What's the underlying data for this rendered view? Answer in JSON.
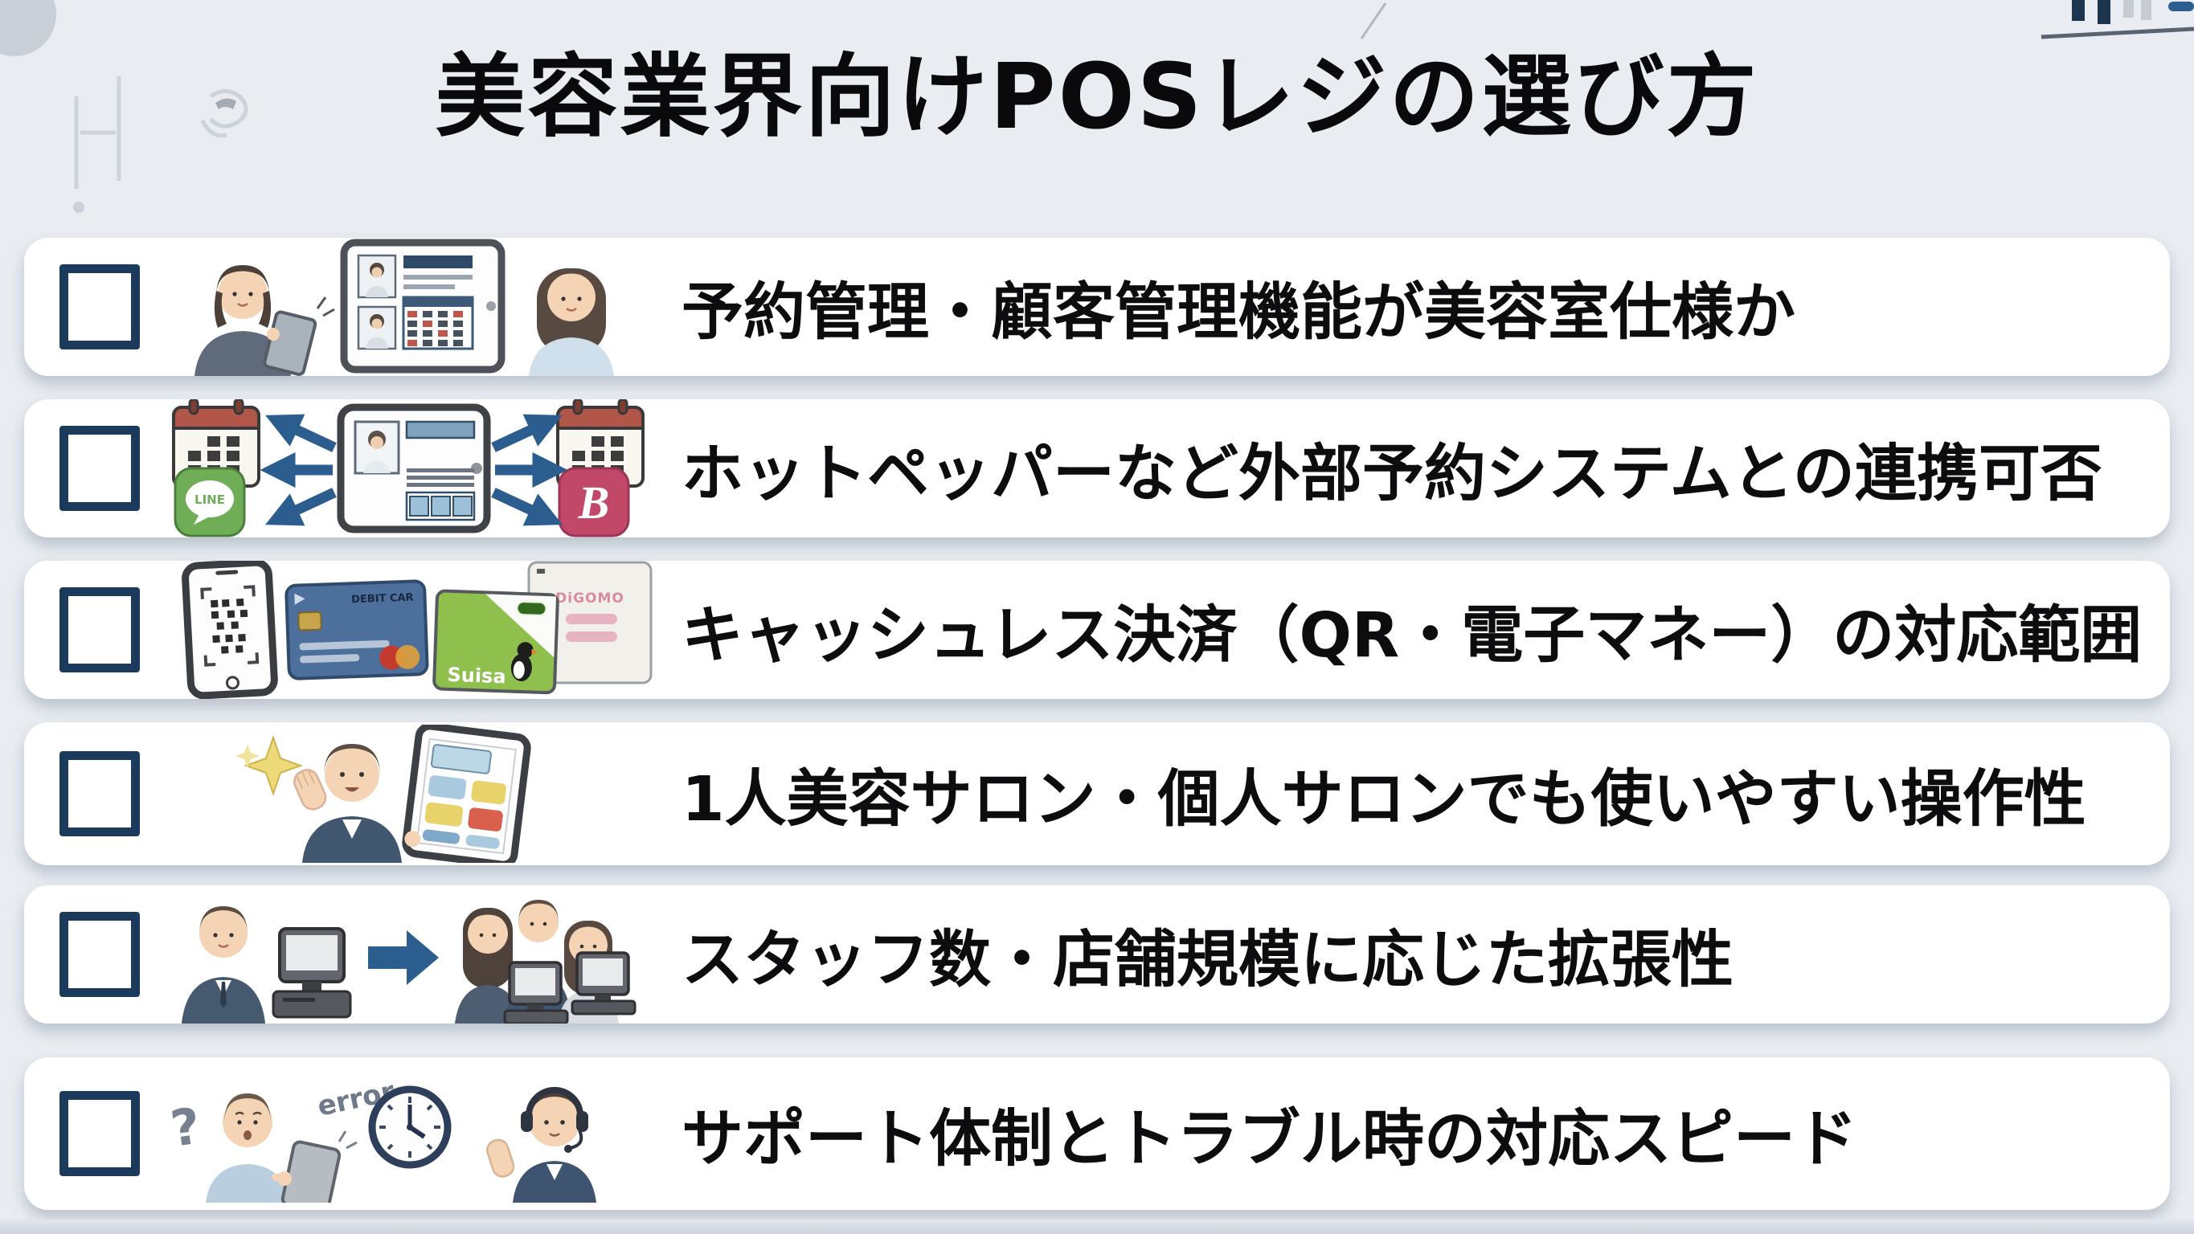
{
  "title": "美容業界向けPOSレジの選び方",
  "checklist": [
    {
      "label": "予約管理・顧客管理機能が美容室仕様か",
      "checked": false,
      "illustration": "reception-tablet-customer"
    },
    {
      "label": "ホットペッパーなど外部予約システムとの連携可否",
      "checked": false,
      "illustration": "external-booking-integration"
    },
    {
      "label": "キャッシュレス決済（QR・電子マネー）の対応範囲",
      "checked": false,
      "illustration": "cashless-payment-cards"
    },
    {
      "label": "1人美容サロン・個人サロンでも使いやすい操作性",
      "checked": false,
      "illustration": "solo-salon-easy-operation"
    },
    {
      "label": "スタッフ数・店舗規模に応じた拡張性",
      "checked": false,
      "illustration": "staff-scalability"
    },
    {
      "label": "サポート体制とトラブル時の対応スピード",
      "checked": false,
      "illustration": "support-response-speed"
    }
  ],
  "illustration_labels": {
    "line_app": "LINE",
    "beauty_app": "B",
    "debit_card": "DEBIT CAR",
    "suisa_card": "Suisa",
    "digomo_card": "DiGOMO",
    "error_label": "error",
    "question_label": "?"
  },
  "colors": {
    "background": "#e9edf2",
    "card": "#ffffff",
    "checkbox_border": "#1c3a5c",
    "title_text": "#0a0a0c",
    "item_text": "#0d0d0f",
    "arrow_blue": "#2b5e8f",
    "line_green": "#6fae57",
    "beauty_pink": "#c2486a",
    "calendar_red": "#b2564a",
    "suica_green": "#8fbf4d"
  }
}
